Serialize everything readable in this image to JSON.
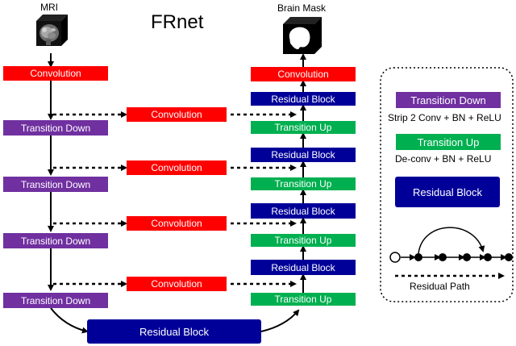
{
  "title": "FRnet",
  "input_label": "MRI",
  "output_label": "Brain Mask",
  "labels": {
    "convolution": "Convolution",
    "transition_down": "Transition Down",
    "transition_up": "Transition Up",
    "residual_block": "Residual Block"
  },
  "legend": {
    "transition_down": "Transition Down",
    "transition_down_desc": "Strip 2 Conv + BN + ReLU",
    "transition_up": "Transition Up",
    "transition_up_desc": "De-conv + BN + ReLU",
    "residual_block": "Residual Block",
    "residual_path": "Residual Path"
  },
  "colors": {
    "convolution": "#ff0000",
    "transition_down": "#7030a0",
    "transition_up": "#00b050",
    "residual_block": "#000099"
  }
}
